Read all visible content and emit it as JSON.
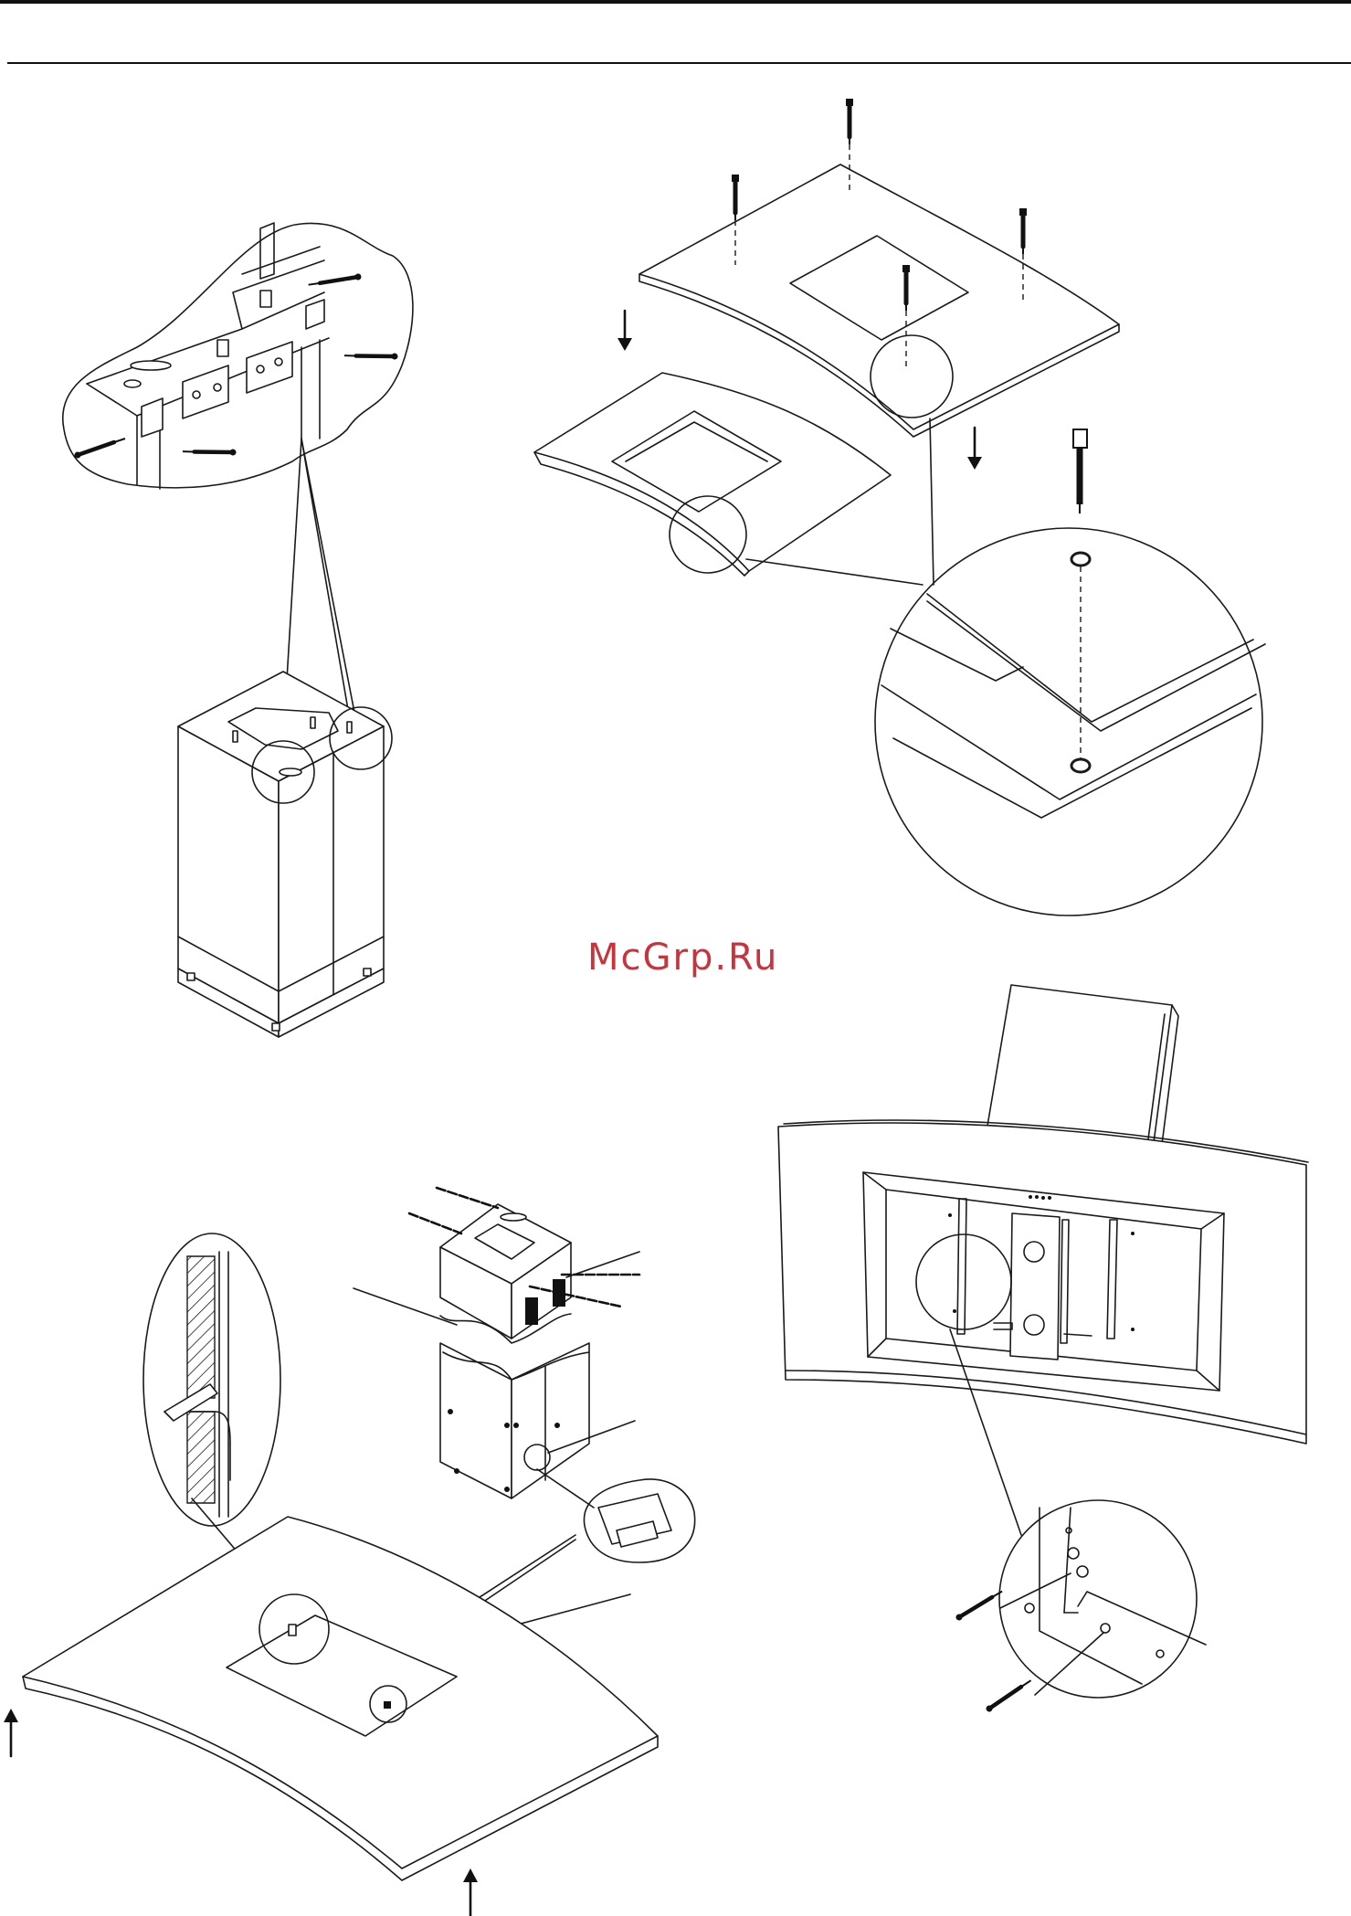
{
  "watermark": {
    "text": "McGrp.Ru",
    "color": "#c8343c"
  },
  "colors": {
    "line": "#1a1a1a",
    "background": "#ffffff"
  },
  "figures": [
    "chimney-bracket-figure",
    "ceiling-plate-figure",
    "chimney-canopy-figure",
    "hood-back-figure"
  ]
}
